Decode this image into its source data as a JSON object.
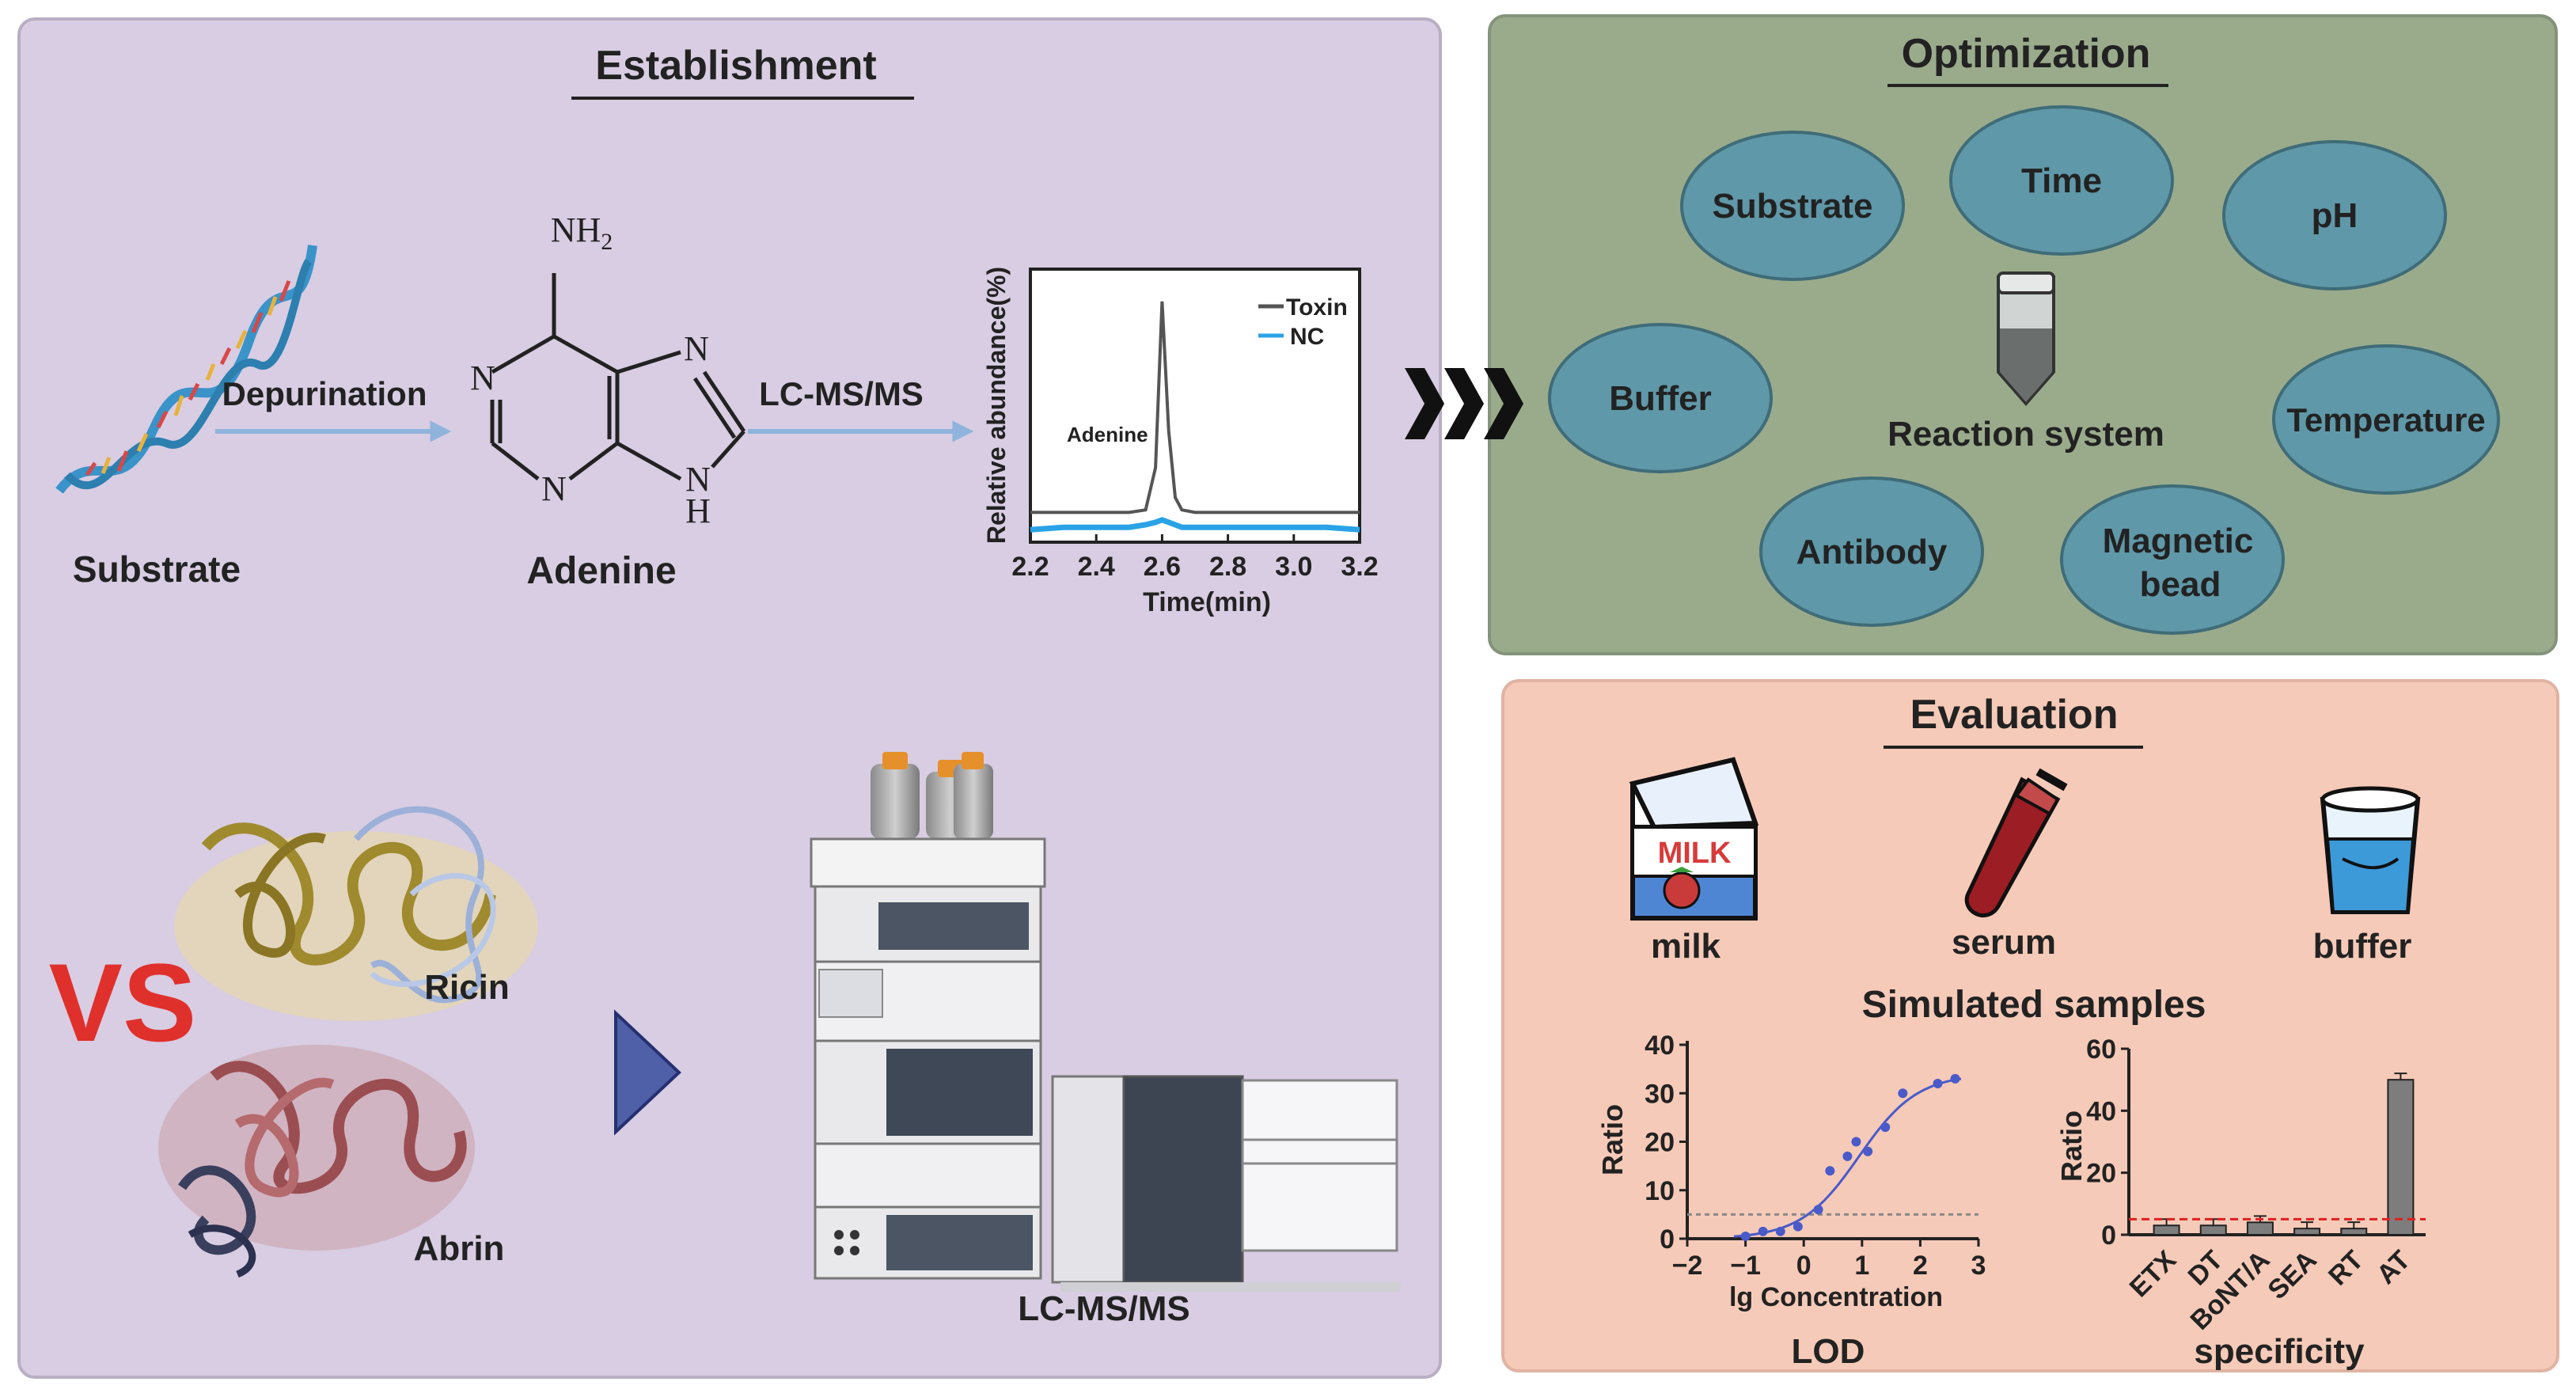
{
  "colors": {
    "establishment_bg": "#d8cde2",
    "optimization_bg": "#9aab8c",
    "evaluation_bg": "#f6cab8",
    "ellipse_fill": "#5f98a8",
    "arrow_blue": "#8fb4dc",
    "vs_red": "#e0302c",
    "toxin_line": "#555555",
    "nc_line": "#2aa3e6",
    "lod_curve": "#4a5ac8",
    "threshold_red": "#e02020"
  },
  "establishment": {
    "title": "Establishment",
    "substrate_label": "Substrate",
    "depurination_label": "Depurination",
    "adenine_label": "Adenine",
    "lcmsms_arrow_label": "LC-MS/MS",
    "structure": {
      "nh2": "NH",
      "nh2_sub": "2",
      "n1": "N",
      "n3": "N",
      "n7": "N",
      "n9": "N",
      "h9": "H"
    },
    "ricin_label": "Ricin",
    "abrin_label": "Abrin",
    "vs_label": "VS",
    "instrument_label": "LC-MS/MS"
  },
  "chromatogram": {
    "ylabel": "Relative abundance(%)",
    "xlabel": "Time(min)",
    "annotation": "Adenine",
    "x_ticks": [
      "2.2",
      "2.4",
      "2.6",
      "2.8",
      "3.0",
      "3.2"
    ],
    "legend": [
      "Toxin",
      "NC"
    ]
  },
  "optimization": {
    "title": "Optimization",
    "center_label": "Reaction system",
    "factors": [
      "Substrate",
      "Time",
      "pH",
      "Buffer",
      "Temperature",
      "Antibody",
      "Magnetic",
      "bead"
    ]
  },
  "evaluation": {
    "title": "Evaluation",
    "milk_label": "milk",
    "milk_carton_text": "MILK",
    "serum_label": "serum",
    "buffer_label": "buffer",
    "simulated_label": "Simulated samples",
    "lod_caption": "LOD",
    "spec_caption": "specificity"
  },
  "chart_data": [
    {
      "type": "line",
      "x": [
        2.2,
        2.3,
        2.4,
        2.5,
        2.55,
        2.58,
        2.6,
        2.62,
        2.64,
        2.66,
        2.7,
        2.8,
        2.9,
        3.0,
        3.1,
        3.2
      ],
      "series": [
        {
          "name": "Toxin",
          "values": [
            12,
            12,
            12,
            12,
            13,
            30,
            97,
            45,
            18,
            13,
            12,
            12,
            12,
            12,
            12,
            12
          ]
        },
        {
          "name": "NC",
          "values": [
            5,
            6,
            6,
            6,
            7,
            8,
            9,
            8,
            7,
            6,
            6,
            6,
            6,
            6,
            6,
            5
          ]
        }
      ],
      "xlabel": "Time(min)",
      "ylabel": "Relative abundance(%)",
      "annotations": [
        "Adenine"
      ],
      "xlim": [
        2.2,
        3.2
      ],
      "ylim": [
        0,
        110
      ],
      "legend_position": "top-right"
    },
    {
      "type": "scatter",
      "x": [
        -1.0,
        -0.7,
        -0.4,
        -0.1,
        0.25,
        0.45,
        0.75,
        0.9,
        1.1,
        1.4,
        1.7,
        2.3,
        2.6
      ],
      "y": [
        0.5,
        1.5,
        1.5,
        2.5,
        6,
        14,
        17,
        20,
        18,
        23,
        30,
        32,
        33
      ],
      "fit_curve": "sigmoid",
      "threshold": 5,
      "xlabel": "lg Concentration",
      "ylabel": "Ratio",
      "x_ticks": [
        "−2",
        "−1",
        "0",
        "1",
        "2",
        "3"
      ],
      "y_ticks": [
        "0",
        "10",
        "20",
        "30",
        "40"
      ],
      "xlim": [
        -2,
        3
      ],
      "ylim": [
        0,
        40
      ]
    },
    {
      "type": "bar",
      "categories": [
        "ETX",
        "DT",
        "BoNT/A",
        "SEA",
        "RT",
        "AT"
      ],
      "values": [
        3,
        3,
        4,
        2,
        2,
        50
      ],
      "threshold": 5,
      "ylabel": "Ratio",
      "y_ticks": [
        "0",
        "20",
        "40",
        "60"
      ],
      "ylim": [
        0,
        60
      ]
    }
  ]
}
